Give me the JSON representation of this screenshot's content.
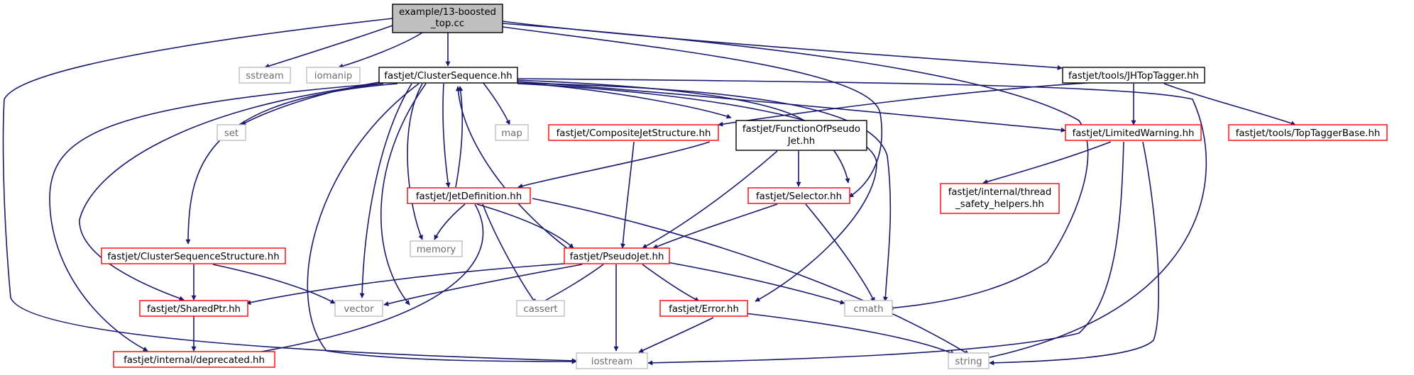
{
  "colors": {
    "edge": "#191970",
    "root_fill": "#bfbfbf",
    "documented_border": "#000000",
    "incomplete_border": "#ff0000",
    "external_border": "#bfbfbf",
    "external_text": "#6d6d6d"
  },
  "nodes": {
    "root": {
      "label_lines": [
        "example/13-boosted",
        "_top.cc"
      ]
    },
    "sstream": {
      "label": "sstream"
    },
    "iomanip": {
      "label": "iomanip"
    },
    "clustersequence": {
      "label": "fastjet/ClusterSequence.hh"
    },
    "jhtoptagger": {
      "label": "fastjet/tools/JHTopTagger.hh"
    },
    "set": {
      "label": "set"
    },
    "map": {
      "label": "map"
    },
    "compositejetstructure": {
      "label": "fastjet/CompositeJetStructure.hh"
    },
    "functionofpseudojet": {
      "label_lines": [
        "fastjet/FunctionOfPseudo",
        "Jet.hh"
      ]
    },
    "limitedwarning": {
      "label": "fastjet/LimitedWarning.hh"
    },
    "toptaggerbase": {
      "label": "fastjet/tools/TopTaggerBase.hh"
    },
    "jetdefinition": {
      "label": "fastjet/JetDefinition.hh"
    },
    "selector": {
      "label": "fastjet/Selector.hh"
    },
    "threadsafety": {
      "label_lines": [
        "fastjet/internal/thread",
        "_safety_helpers.hh"
      ]
    },
    "memory": {
      "label": "memory"
    },
    "clusterseqstructure": {
      "label": "fastjet/ClusterSequenceStructure.hh"
    },
    "pseudojet": {
      "label": "fastjet/PseudoJet.hh"
    },
    "sharedptr": {
      "label": "fastjet/SharedPtr.hh"
    },
    "vector": {
      "label": "vector"
    },
    "cassert": {
      "label": "cassert"
    },
    "error": {
      "label": "fastjet/Error.hh"
    },
    "cmath": {
      "label": "cmath"
    },
    "deprecated": {
      "label": "fastjet/internal/deprecated.hh"
    },
    "iostream": {
      "label": "iostream"
    },
    "string": {
      "label": "string"
    }
  }
}
